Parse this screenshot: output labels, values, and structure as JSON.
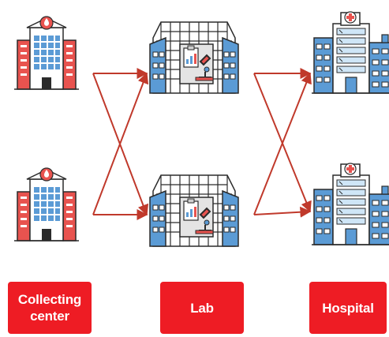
{
  "labels": {
    "collecting": [
      "Collecting",
      "center"
    ],
    "lab": "Lab",
    "hospital": "Hospital"
  },
  "icons": {
    "collecting_center": "building-with-blood-drop-icon",
    "lab": "lab-building-with-microscope-icon",
    "hospital": "hospital-building-with-cross-icon"
  },
  "colors": {
    "label_background": "#ee1c24",
    "label_text": "#ffffff",
    "arrow": "#c0392b",
    "building_red": "#e8534f",
    "building_blue": "#5b9bd5",
    "window_light": "#cfe6f7",
    "outline": "#2b2b2b"
  }
}
